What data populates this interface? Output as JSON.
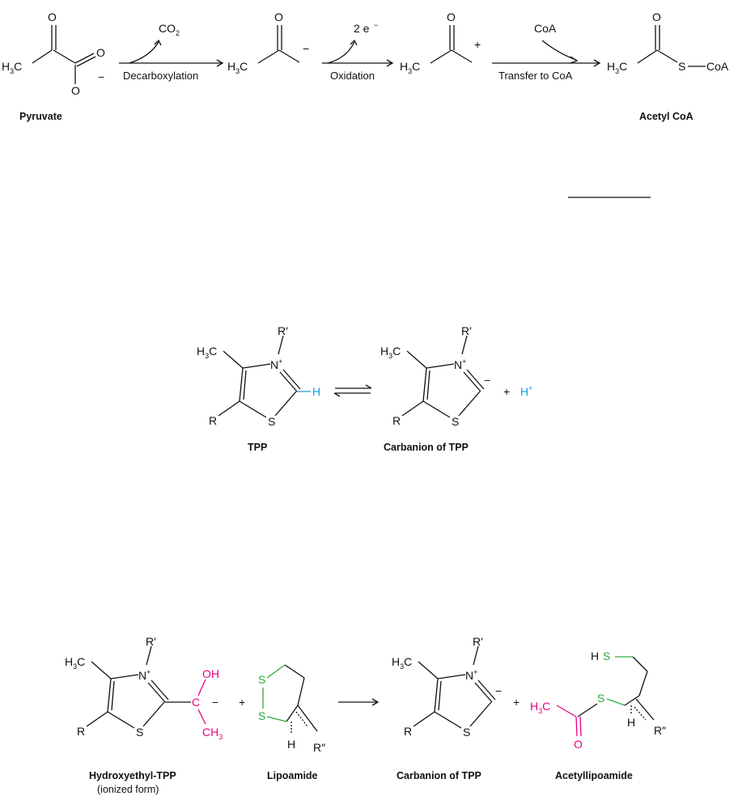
{
  "colors": {
    "pink": "#e6007e",
    "green": "#2eaa3c",
    "blue": "#1a9be0"
  },
  "scheme1": {
    "pyruvate_label": "Pyruvate",
    "acetylcoa_label": "Acetyl CoA",
    "co2": "CO",
    "co2_sub": "2",
    "two_e": "2 e",
    "coa_in": "CoA",
    "step1": "Decarboxylation",
    "step2": "Oxidation",
    "step3": "Transfer to CoA",
    "minus": "−",
    "plus": "+",
    "o": "O",
    "h3c": "H",
    "h3c_sub": "3",
    "c": "C",
    "s": "S",
    "coa": "CoA"
  },
  "scheme2": {
    "tpp_label": "TPP",
    "carbanion_label": "Carbanion of TPP",
    "r_prime": "R′",
    "n_plus": "N",
    "sup_plus": "+",
    "r": "R",
    "s": "S",
    "h": "H",
    "h_plus": "H",
    "minus": "−",
    "plus": "+"
  },
  "scheme3": {
    "hydroxyethyl_label": "Hydroxyethyl-TPP",
    "ionized_label": "(ionized form)",
    "lipoamide_label": "Lipoamide",
    "carbanion_label": "Carbanion of TPP",
    "acetyllipoamide_label": "Acetyllipoamide",
    "oh": "OH",
    "ch3": "CH",
    "r_dprime": "R″",
    "hs": "H",
    "minus": "−",
    "plus": "+"
  }
}
